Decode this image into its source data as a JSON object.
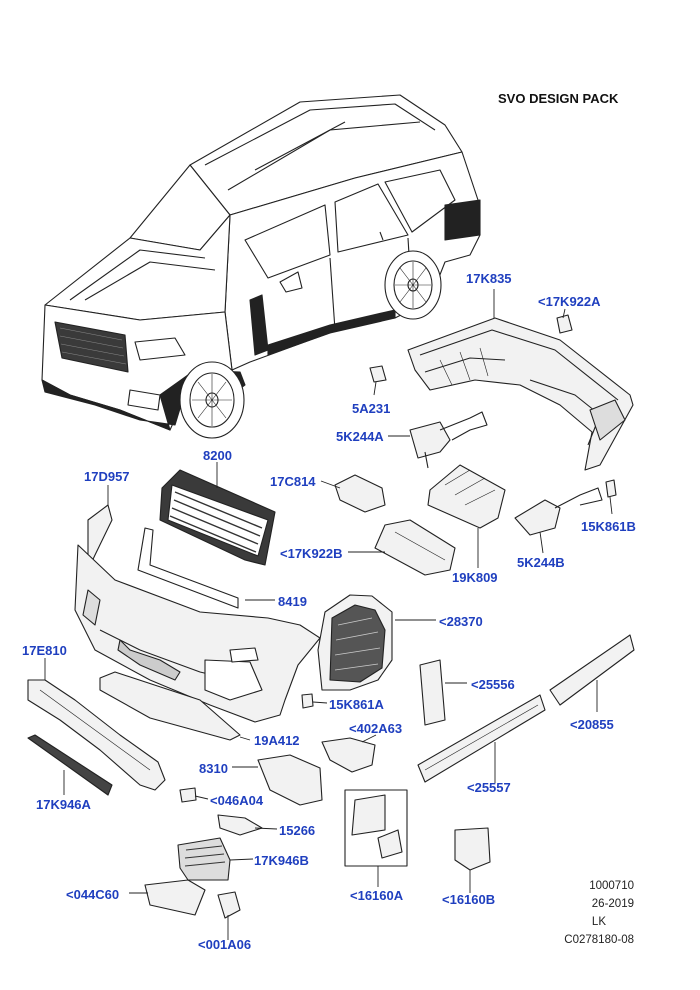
{
  "diagram": {
    "title": "SVO DESIGN PACK",
    "reference_block": [
      "1000710",
      "26-2019",
      "LK",
      "C0278180-08"
    ],
    "colors": {
      "callout": "#1f3fbf",
      "line": "#222222",
      "part_fill": "#f2f2f2",
      "part_dark": "#3a3a3a"
    },
    "parts": [
      {
        "id": "p-17k835",
        "label": "17K835"
      },
      {
        "id": "p-17k922a",
        "label": "<17K922A"
      },
      {
        "id": "p-5a231",
        "label": "5A231"
      },
      {
        "id": "p-5k244a",
        "label": "5K244A"
      },
      {
        "id": "p-8200",
        "label": "8200"
      },
      {
        "id": "p-17d957",
        "label": "17D957"
      },
      {
        "id": "p-17c814",
        "label": "17C814"
      },
      {
        "id": "p-15k861b",
        "label": "15K861B"
      },
      {
        "id": "p-17k922b",
        "label": "<17K922B"
      },
      {
        "id": "p-19k809",
        "label": "19K809"
      },
      {
        "id": "p-5k244b",
        "label": "5K244B"
      },
      {
        "id": "p-8419",
        "label": "8419"
      },
      {
        "id": "p-28370",
        "label": "<28370"
      },
      {
        "id": "p-17e810",
        "label": "17E810"
      },
      {
        "id": "p-25556",
        "label": "<25556"
      },
      {
        "id": "p-20855",
        "label": "<20855"
      },
      {
        "id": "p-15k861a",
        "label": "15K861A"
      },
      {
        "id": "p-402a63",
        "label": "<402A63"
      },
      {
        "id": "p-19a412",
        "label": "19A412"
      },
      {
        "id": "p-8310",
        "label": "8310"
      },
      {
        "id": "p-046a04",
        "label": "<046A04"
      },
      {
        "id": "p-25557",
        "label": "<25557"
      },
      {
        "id": "p-17k946a",
        "label": "17K946A"
      },
      {
        "id": "p-15266",
        "label": "15266"
      },
      {
        "id": "p-17k946b",
        "label": "17K946B"
      },
      {
        "id": "p-044c60",
        "label": "<044C60"
      },
      {
        "id": "p-16160a",
        "label": "<16160A"
      },
      {
        "id": "p-16160b",
        "label": "<16160B"
      },
      {
        "id": "p-001a06",
        "label": "<001A06"
      }
    ]
  }
}
